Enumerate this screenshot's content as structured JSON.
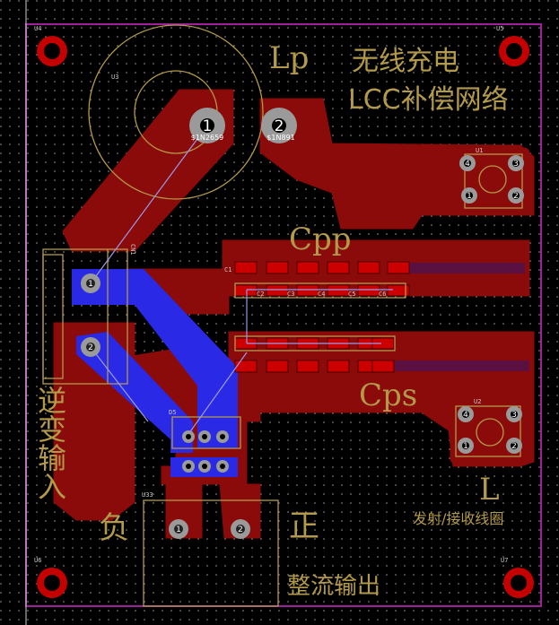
{
  "board": {
    "title_line1": "无线充电",
    "title_line2": "LCC补偿网络",
    "label_lp": "Lp",
    "label_cpp": "Cpp",
    "label_cps": "Cps",
    "label_l": "L",
    "label_coil": "发射/接收线圈",
    "label_inverter": "逆变输入",
    "label_neg": "负",
    "label_pos": "正",
    "label_rectifier": "整流输出"
  },
  "designators": {
    "u1": "U1",
    "u2": "U2",
    "u3": "U3",
    "u4": "U4",
    "u5": "U5",
    "u6": "U6",
    "u7": "U7",
    "u33": "U33",
    "cn1": "CN1",
    "d5": "D5",
    "c1": "C1",
    "c2": "C2",
    "c3": "C3",
    "c4": "C4",
    "c5": "C5",
    "c6": "C6"
  },
  "nets": {
    "net1": "$1N2659",
    "net2": "$1N891"
  },
  "pads": {
    "p1": "1",
    "p2": "2",
    "p3": "3",
    "p4": "4"
  },
  "colors": {
    "copper_top": "#8b0a0a",
    "copper_bottom": "#2a2ae6",
    "silkscreen": "#b39a4a",
    "outline": "#a0209c",
    "background": "#000000"
  }
}
